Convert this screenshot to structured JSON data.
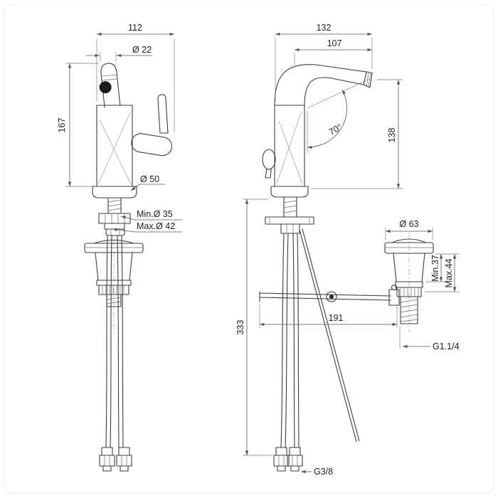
{
  "drawing": {
    "side_view": {
      "overall_depth": "112",
      "spout_diameter": "Ø 22",
      "height_to_spout": "167",
      "base_diameter": "Ø 50",
      "hole_min_diameter": "Min.Ø 35",
      "hole_max_diameter": "Max.Ø 42"
    },
    "front_view": {
      "overall_width": "132",
      "spout_reach": "107",
      "spout_angle": "70°",
      "spout_height": "138",
      "drain_flange_diameter": "Ø 63",
      "deck_thickness_min": "Min.37",
      "deck_thickness_max": "Max.44",
      "hose_length": "333",
      "rod_offset": "191",
      "drain_thread": "G1.1/4",
      "supply_thread": "G3/8"
    }
  }
}
